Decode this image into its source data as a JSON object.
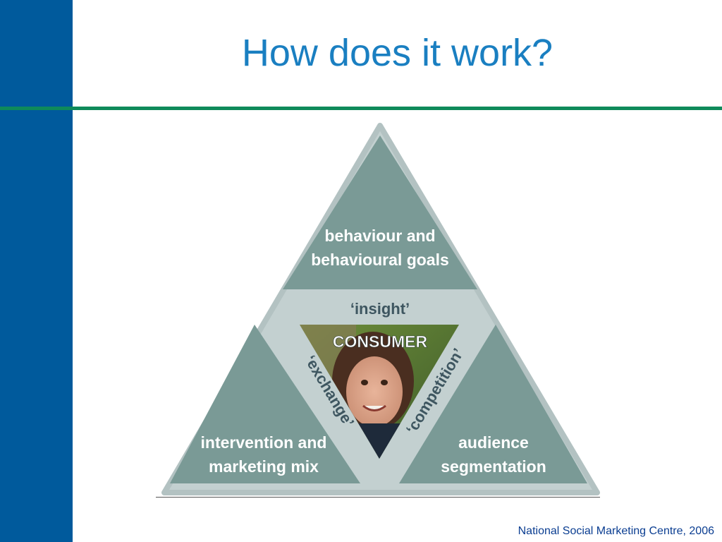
{
  "slide": {
    "title": "How does it work?",
    "footer": "National Social Marketing Centre, 2006"
  },
  "diagram": {
    "top_box": {
      "line1": "behaviour and",
      "line2": "behavioural goals"
    },
    "left_box": {
      "line1": "intervention and",
      "line2": "marketing mix"
    },
    "right_box": {
      "line1": "audience",
      "line2": "segmentation"
    },
    "center": {
      "label_top": "‘insight’",
      "label_left": "‘exchange’",
      "label_right": "‘competition’",
      "consumer": "CONSUMER"
    },
    "colors": {
      "outer": "#c3d0d0",
      "inner": "#7a9a96",
      "text_light": "#ffffff",
      "text_dark": "#3e5660",
      "sidebar": "#005a9c",
      "title": "#1a7fc1",
      "rule": "#0e8a5a"
    }
  }
}
